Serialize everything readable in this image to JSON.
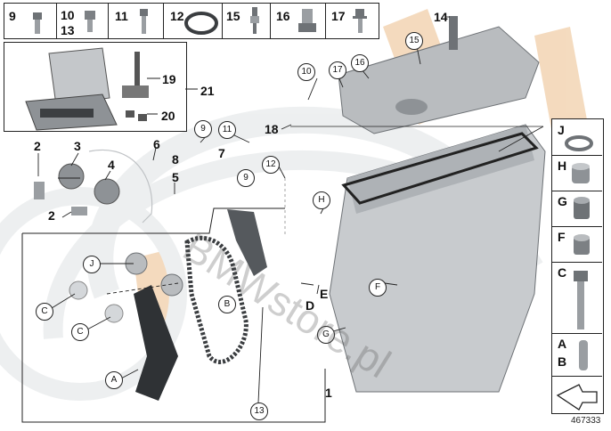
{
  "top_row": [
    {
      "labels": [
        "9"
      ]
    },
    {
      "labels": [
        "10",
        "13"
      ]
    },
    {
      "labels": [
        "11"
      ]
    },
    {
      "labels": [
        "12"
      ]
    },
    {
      "labels": [
        "15"
      ]
    },
    {
      "labels": [
        "16"
      ]
    },
    {
      "labels": [
        "17"
      ]
    }
  ],
  "tool_kit": {
    "label_19": "19",
    "label_20": "20",
    "label_21": "21"
  },
  "right_column": [
    "J",
    "H",
    "G",
    "F",
    "C",
    "A",
    "B"
  ],
  "callouts_plain": {
    "n14": "14",
    "n2a": "2",
    "n3": "3",
    "n6": "6",
    "n4": "4",
    "n7": "7",
    "n8": "8",
    "n5": "5",
    "n2b": "2",
    "n18": "18",
    "n1": "1",
    "D": "D",
    "E": "E"
  },
  "callouts_circled": {
    "c15": "15",
    "c16": "16",
    "c17": "17",
    "c10": "10",
    "c9a": "9",
    "c11": "11",
    "c12": "12",
    "c9b": "9",
    "cH": "H",
    "cF": "F",
    "cG": "G",
    "cJ": "J",
    "cB": "B",
    "cC1": "C",
    "cC2": "C",
    "cA": "A",
    "c13": "13"
  },
  "watermark": "BMWstore.pl",
  "part_id": "467333",
  "colors": {
    "line": "#222222",
    "part_grey": "#b9bcbf",
    "part_dark": "#6e7276",
    "watermark_orange": "#f3d7b8",
    "watermark_grey": "#eceeef"
  }
}
